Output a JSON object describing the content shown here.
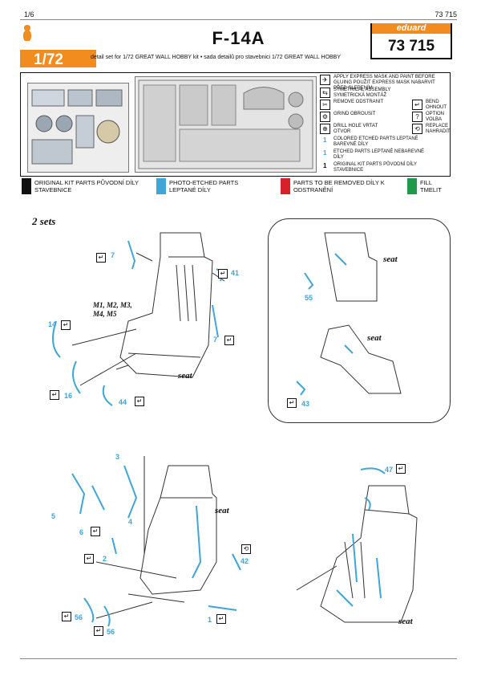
{
  "header": {
    "page": "1/6",
    "code": "73 715"
  },
  "title": "F-14A",
  "scale": "1/72",
  "subtitle": "detail set for 1/72 GREAT WALL HOBBY kit • sada detailů pro stavebnici 1/72 GREAT WALL HOBBY",
  "brand": {
    "name": "eduard",
    "code": "73 715"
  },
  "legend": [
    {
      "icon": "✈",
      "text": "APPLY EXPRESS MASK AND PAINT BEFORE GLUING POUŽIT EXPRESS MASK NABARVIT PŘED SLEPENÍM"
    },
    {
      "icon": "⇆",
      "text": "SYMETRICAL ASSEMBLY SYMETRICKÁ MONTÁŽ"
    },
    {
      "icon": "✂",
      "text": "REMOVE ODSTRANIT"
    },
    {
      "icon": "⚙",
      "text": "GRIND OBROUSIT"
    },
    {
      "icon": "⊕",
      "text": "DRILL HOLE VRTAT OTVOR"
    },
    {
      "icon": "1",
      "text": "COLORED ETCHED PARTS LEPTANÉ BAREVNÉ DÍLY"
    },
    {
      "icon": "1",
      "text": "ETCHED PARTS LEPTANÉ NEBAREVNÉ DÍLY"
    },
    {
      "icon": "1",
      "text": "ORIGINAL KIT PARTS PŮVODNÍ DÍLY STAVEBNICE"
    }
  ],
  "legend_right": [
    {
      "icon": "↵",
      "text": "BEND OHNOUT"
    },
    {
      "icon": "?",
      "text": "OPTION VOLBA"
    },
    {
      "icon": "⟲",
      "text": "REPLACE NAHRADIT"
    }
  ],
  "color_key": [
    {
      "color": "#111111",
      "text": "ORIGINAL KIT PARTS PŮVODNÍ DÍLY STAVEBNICE"
    },
    {
      "color": "#3ea6d8",
      "text": "PHOTO-ETCHED PARTS LEPTANÉ DÍLY"
    },
    {
      "color": "#d8202a",
      "text": "PARTS TO BE REMOVED DÍLY K ODSTRANĚNÍ"
    },
    {
      "color": "#1f9a48",
      "text": "FILL TMELIT"
    }
  ],
  "sets_label": "2 sets",
  "models": "M1, M2, M3, M4, M5",
  "seat_label": "seat",
  "parts": [
    "7",
    "41",
    "14",
    "7",
    "16",
    "44",
    "55",
    "43",
    "3",
    "5",
    "4",
    "6",
    "2",
    "42",
    "56",
    "56",
    "1",
    "47"
  ]
}
